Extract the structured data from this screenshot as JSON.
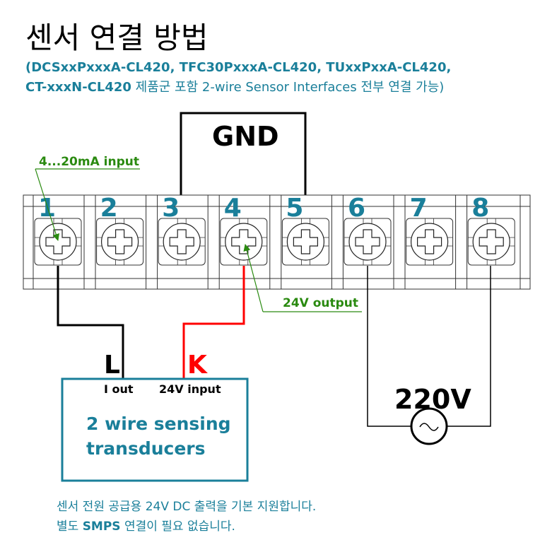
{
  "title": "센서 연결 방법",
  "subtitle_line1": "(DCSxxPxxxA-CL420, TFC30PxxxA-CL420,  TUxxPxxA-CL420,",
  "subtitle_line2_bold": "CT-xxxN-CL420",
  "subtitle_line2_rest": " 제품군 포함 2-wire Sensor Interfaces  전부 연결 가능)",
  "gnd_label": "GND",
  "input_callout": "4...20mA input",
  "output_callout": "24V output",
  "terminals": [
    "1",
    "2",
    "3",
    "4",
    "5",
    "6",
    "7",
    "8"
  ],
  "label_L": "L",
  "label_K": "K",
  "i_out": "I out",
  "v_input": "24V input",
  "transducer_line1": "2 wire sensing",
  "transducer_line2": "transducers",
  "power_label": "220V",
  "note_line1": "센서 전원 공급용 24V DC 출력을 기본 지원합니다.",
  "note_line2_a": "별도 ",
  "note_line2_bold": "SMPS",
  "note_line2_b": " 연결이 필요 없습니다.",
  "colors": {
    "teal": "#1a7f9a",
    "green": "#2a8a10",
    "red": "#ff0000",
    "black": "#000000"
  }
}
